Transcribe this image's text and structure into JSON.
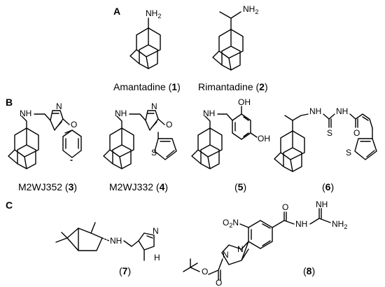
{
  "panels": {
    "a": "A",
    "b": "B",
    "c": "C"
  },
  "atoms": {
    "nh2": "NH",
    "two": "2",
    "nh": "NH",
    "n": "N",
    "o": "O",
    "s": "S",
    "oh": "OH",
    "h": "H",
    "o2n_o": "O",
    "o2n_n": "N"
  },
  "compounds": [
    {
      "name": "Amantadine",
      "num": "1"
    },
    {
      "name": "Rimantadine",
      "num": "2"
    },
    {
      "name": "M2WJ352",
      "num": "3"
    },
    {
      "name": "M2WJ332",
      "num": "4"
    },
    {
      "name": "",
      "num": "5"
    },
    {
      "name": "",
      "num": "6"
    },
    {
      "name": "",
      "num": "7"
    },
    {
      "name": "",
      "num": "8"
    }
  ]
}
